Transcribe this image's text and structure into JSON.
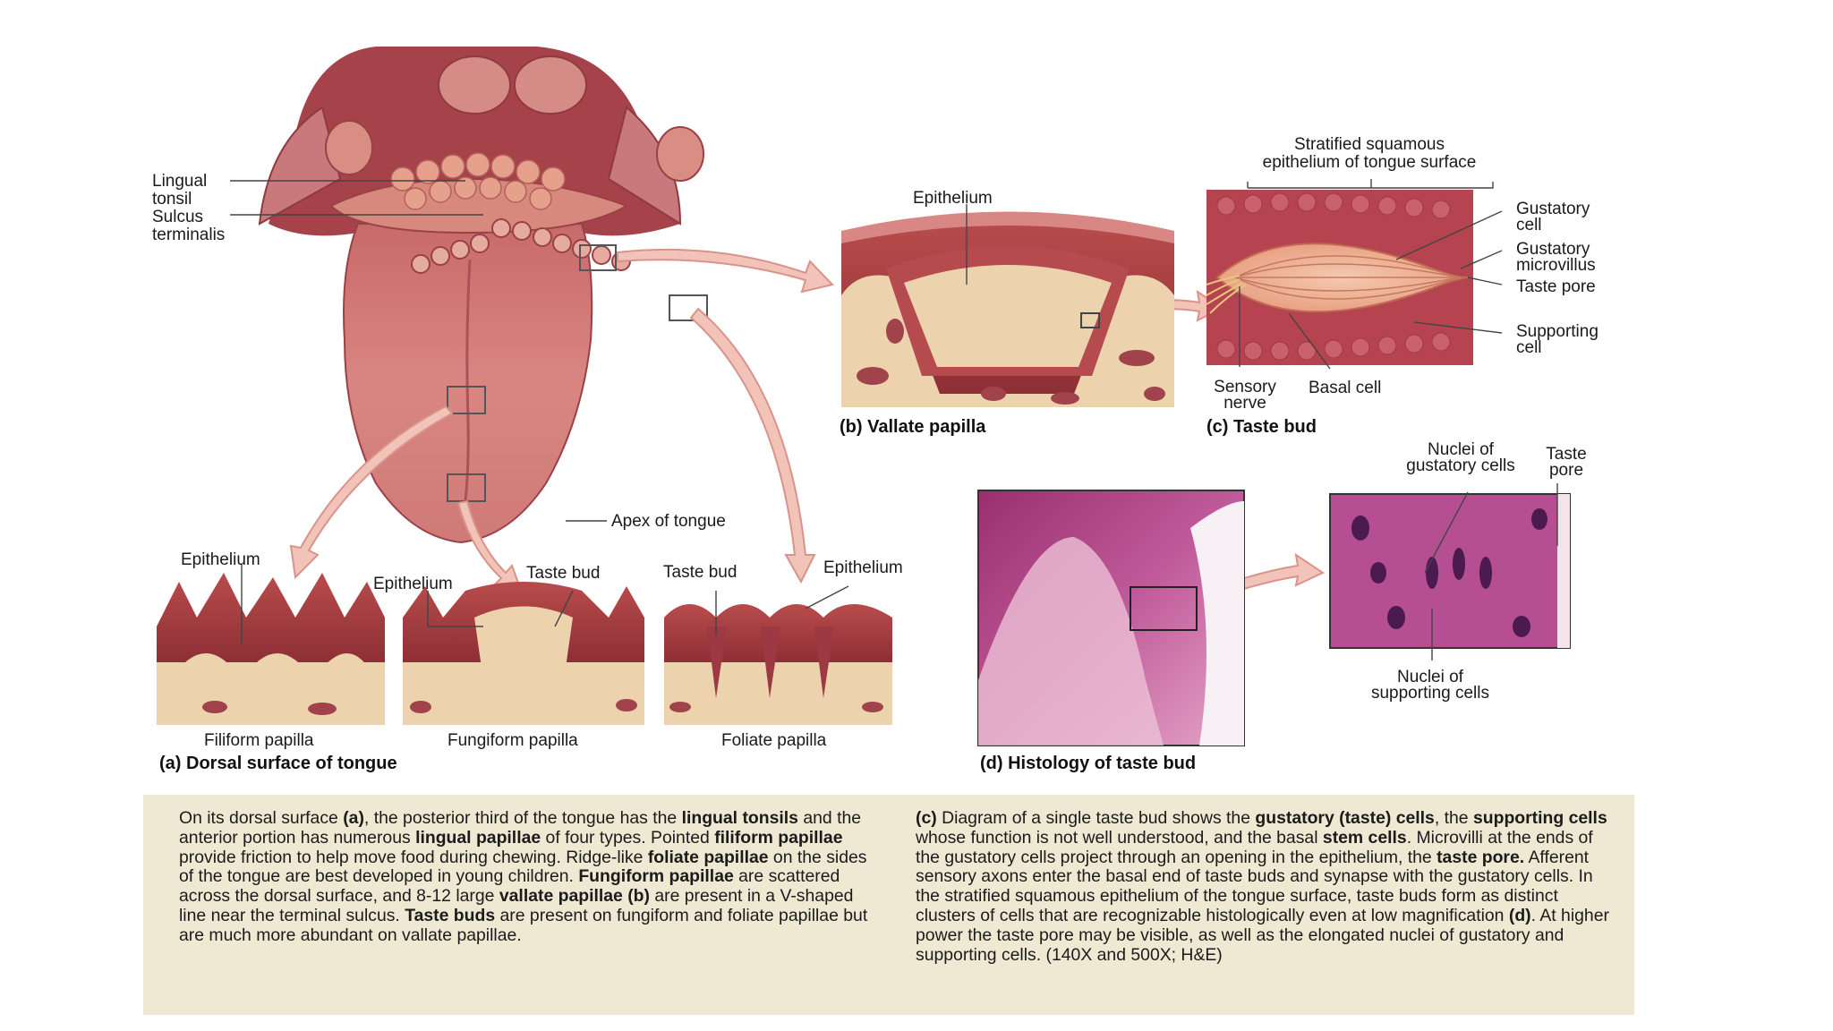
{
  "labels": {
    "lingual_tonsil": "Lingual\ntonsil",
    "sulcus_terminalis": "Sulcus\nterminalis",
    "apex": "Apex of tongue",
    "epithelium_b": "Epithelium",
    "stratified": "Stratified squamous\nepithelium of tongue surface",
    "gustatory_cell": "Gustatory\ncell",
    "gustatory_microvillus": "Gustatory\nmicrovillus",
    "taste_pore": "Taste pore",
    "supporting_cell": "Supporting\ncell",
    "sensory_nerve": "Sensory\nnerve",
    "basal_cell": "Basal cell",
    "epithelium_filiform": "Epithelium",
    "epithelium_fungiform": "Epithelium",
    "taste_bud_fungiform": "Taste bud",
    "taste_bud_foliate": "Taste bud",
    "epithelium_foliate": "Epithelium",
    "filiform": "Filiform papilla",
    "fungiform": "Fungiform papilla",
    "foliate": "Foliate papilla",
    "nuclei_gustatory": "Nuclei of\ngustatory cells",
    "taste_pore_d": "Taste\npore",
    "nuclei_supporting": "Nuclei of\nsupporting cells"
  },
  "captions": {
    "a": "(a) Dorsal surface of tongue",
    "b": "(b) Vallate papilla",
    "c": "(c) Taste bud",
    "d": "(d) Histology of taste bud"
  },
  "left_paragraph": [
    {
      "t": "On its dorsal surface "
    },
    {
      "t": "(a)",
      "b": true
    },
    {
      "t": ", the posterior third of the tongue has the "
    },
    {
      "t": "lingual tonsils",
      "b": true
    },
    {
      "t": " and the anterior portion has numerous "
    },
    {
      "t": "lingual papillae",
      "b": true
    },
    {
      "t": " of four types. Pointed "
    },
    {
      "t": "filiform papillae",
      "b": true
    },
    {
      "t": " provide friction to help move food during chewing. Ridge-like "
    },
    {
      "t": "foliate papillae",
      "b": true
    },
    {
      "t": " on the sides of the tongue are best developed in young children. "
    },
    {
      "t": "Fungiform papillae",
      "b": true
    },
    {
      "t": " are scattered across the dorsal surface, and 8-12 large "
    },
    {
      "t": "vallate papillae (b)",
      "b": true
    },
    {
      "t": " are present in a V-shaped line near the terminal sulcus. "
    },
    {
      "t": "Taste buds",
      "b": true
    },
    {
      "t": " are present on fungiform and foliate papillae but are much more abundant on vallate papillae."
    }
  ],
  "right_paragraph": [
    {
      "t": "(c)",
      "b": true
    },
    {
      "t": " Diagram of a single taste bud shows the "
    },
    {
      "t": "gustatory (taste) cells",
      "b": true
    },
    {
      "t": ", the "
    },
    {
      "t": "supporting cells",
      "b": true
    },
    {
      "t": " whose function is not well understood, and the basal "
    },
    {
      "t": "stem cells",
      "b": true
    },
    {
      "t": ". Microvilli at the ends of the gustatory cells project through an opening in the epithelium, the "
    },
    {
      "t": "taste pore.",
      "b": true
    },
    {
      "t": " Afferent sensory axons enter the basal end of taste buds and synapse with the gustatory cells. In the stratified squamous epithelium of the tongue surface, taste buds form as distinct clusters of cells that are recognizable histologically even at low magnification "
    },
    {
      "t": "(d)",
      "b": true
    },
    {
      "t": ". At higher power the taste pore may be visible, as well as the elongated nuclei of gustatory and supporting cells. (140X and 500X; H&E)"
    }
  ]
}
